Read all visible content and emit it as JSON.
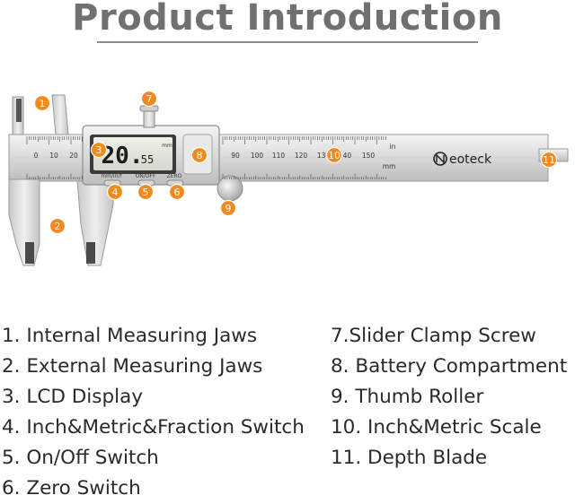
{
  "title": "Product Introduction",
  "brand": "eoteck",
  "lcd": {
    "value": "20.",
    "decimals": "55",
    "unit": "mm"
  },
  "buttons": {
    "mode": "mm/in/f",
    "power": "ON/OFF",
    "zero": "ZERO"
  },
  "scale": {
    "metric_ticks": [
      "0",
      "10",
      "20",
      "90",
      "100",
      "110",
      "120",
      "130",
      "140",
      "150"
    ],
    "metric_unit": "mm",
    "inch_unit": "in"
  },
  "markers": [
    "1",
    "2",
    "3",
    "4",
    "5",
    "6",
    "7",
    "8",
    "9",
    "10",
    "11"
  ],
  "accent_color": "#f08a1c",
  "parts_left": [
    "1. Internal Measuring Jaws",
    "2. External Measuring Jaws",
    "3. LCD Display",
    "4. Inch&Metric&Fraction Switch",
    "5. On/Off Switch",
    "6. Zero Switch"
  ],
  "parts_right": [
    "7.Slider Clamp Screw",
    "8. Battery Compartment",
    "9. Thumb Roller",
    "10. Inch&Metric Scale",
    "11. Depth Blade"
  ]
}
